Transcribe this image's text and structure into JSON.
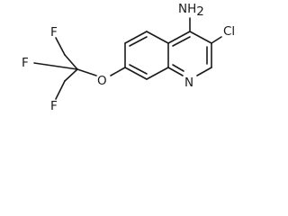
{
  "molecule": {
    "atoms": {
      "amine_main": "NH",
      "amine_sub": "2",
      "chlorine": "Cl",
      "nitrogen": "N",
      "oxygen": "O",
      "fluorine_1": "F",
      "fluorine_2": "F",
      "fluorine_3": "F"
    },
    "line_color": "#1a1a1a"
  }
}
